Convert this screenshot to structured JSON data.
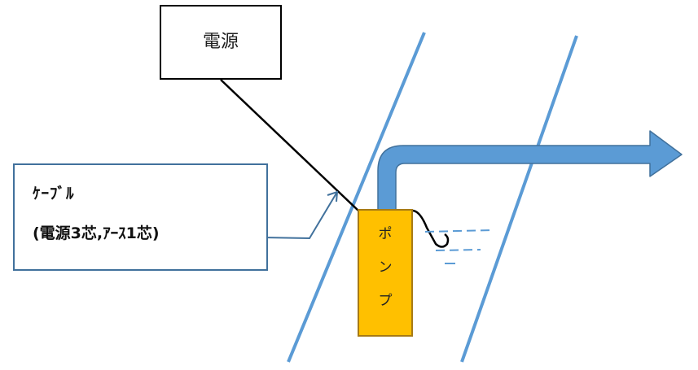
{
  "power_source": {
    "label": "電源"
  },
  "cable": {
    "line1": "ｹｰﾌﾞﾙ",
    "line2": "(電源3芯,ｱｰｽ1芯)"
  },
  "pump": {
    "chars": [
      "ポ",
      "ン",
      "プ"
    ]
  },
  "colors": {
    "pipe_blue": "#5b9bd5",
    "pump_fill": "#ffc000",
    "pump_border": "#a77a14",
    "callout_border": "#41719c",
    "wall_blue": "#5b9bd5"
  }
}
